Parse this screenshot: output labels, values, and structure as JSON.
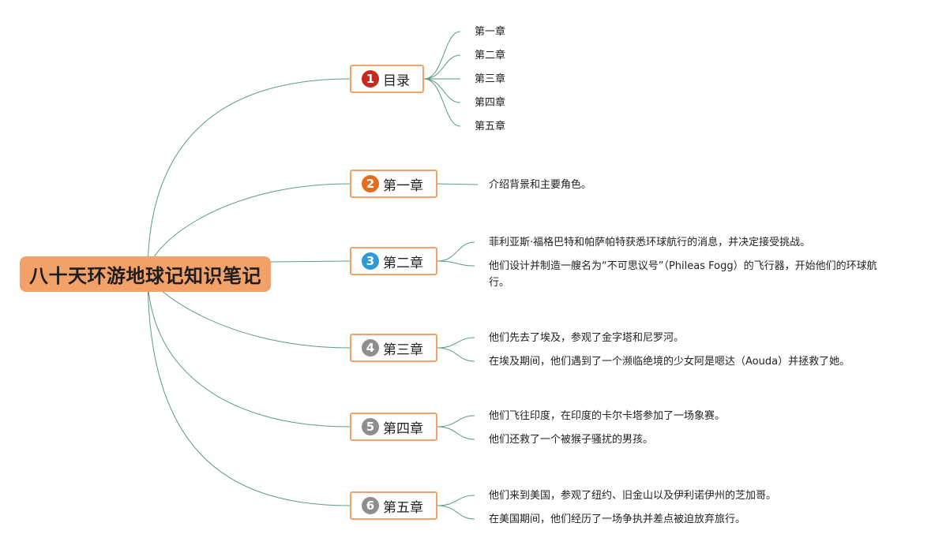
{
  "root": {
    "title": "八十天环游地球记知识笔记"
  },
  "colors": {
    "line": "#5a9a85",
    "node_border": "#f2a269",
    "root_fill": "#f2a269"
  },
  "branches": [
    {
      "num": "1",
      "label": "目录",
      "badge_color": "#c9281e",
      "children": [
        "第一章",
        "第二章",
        "第三章",
        "第四章",
        "第五章"
      ]
    },
    {
      "num": "2",
      "label": "第一章",
      "badge_color": "#e46c1c",
      "children": [
        "介绍背景和主要角色。"
      ]
    },
    {
      "num": "3",
      "label": "第二章",
      "badge_color": "#2f9ad6",
      "children": [
        "菲利亚斯·福格巴特和帕萨帕特获悉环球航行的消息，并决定接受挑战。",
        "他们设计并制造一艘名为“不可思议号”（Phileas Fogg）的飞行器，开始他们的环球航行。"
      ]
    },
    {
      "num": "4",
      "label": "第三章",
      "badge_color": "#8e8e8e",
      "children": [
        "他们先去了埃及，参观了金字塔和尼罗河。",
        "在埃及期间，他们遇到了一个濒临绝境的少女阿是嗯达（Aouda）并拯救了她。"
      ]
    },
    {
      "num": "5",
      "label": "第四章",
      "badge_color": "#8e8e8e",
      "children": [
        "他们飞往印度，在印度的卡尔卡塔参加了一场象赛。",
        "他们还救了一个被猴子骚扰的男孩。"
      ]
    },
    {
      "num": "6",
      "label": "第五章",
      "badge_color": "#8e8e8e",
      "children": [
        "他们来到美国，参观了纽约、旧金山以及伊利诺伊州的芝加哥。",
        "在美国期间，他们经历了一场争执并差点被迫放弃旅行。"
      ]
    }
  ]
}
